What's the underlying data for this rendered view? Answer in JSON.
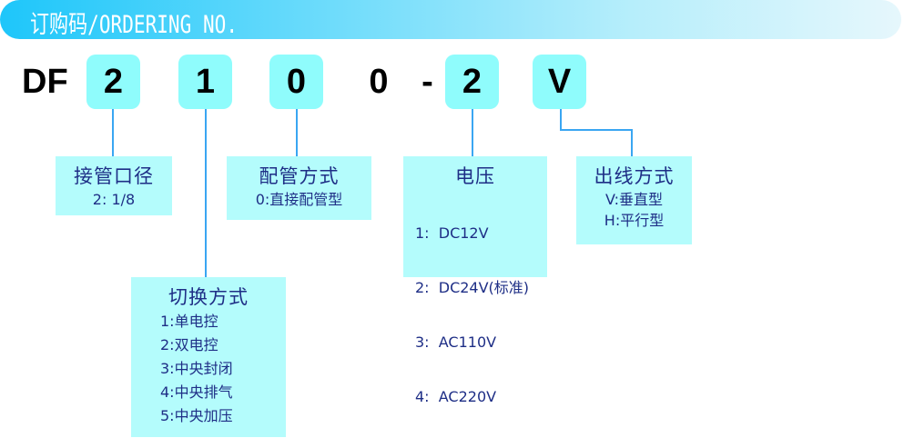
{
  "header": {
    "title": "订购码/ORDERING NO."
  },
  "code": {
    "prefix": "DF",
    "p1": "2",
    "p2": "1",
    "p3": "0",
    "p4": "0",
    "dash": "-",
    "p5": "2",
    "p6": "V"
  },
  "groups": {
    "port": {
      "title": "接管口径",
      "items": [
        "2: 1/8"
      ]
    },
    "switch": {
      "title": "切换方式",
      "items": [
        "1:单电控",
        "2:双电控",
        "3:中央封闭",
        "4:中央排气",
        "5:中央加压"
      ]
    },
    "piping": {
      "title": "配管方式",
      "items": [
        "0:直接配管型"
      ]
    },
    "voltage": {
      "title": "电压",
      "items": [
        "1:  DC12V",
        "2:  DC24V(标准)",
        "3:  AC110V",
        "4:  AC220V"
      ]
    },
    "wiring": {
      "title": "出线方式",
      "items": [
        "V:垂直型",
        "H:平行型"
      ]
    }
  },
  "colors": {
    "code_box": "#8ffcfc",
    "desc_box": "#b4fcfc",
    "line": "#3aa6f2",
    "text": "#1e2e86"
  }
}
